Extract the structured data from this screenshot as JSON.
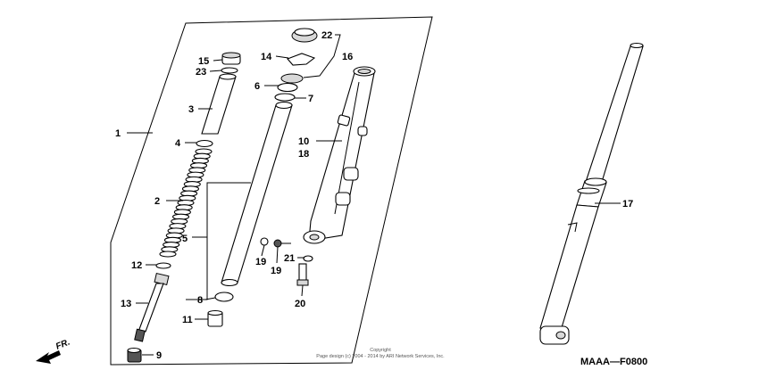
{
  "diagram": {
    "callouts": {
      "c1": "1",
      "c2": "2",
      "c3": "3",
      "c4": "4",
      "c5": "5",
      "c6": "6",
      "c7": "7",
      "c8": "8",
      "c9": "9",
      "c10": "10",
      "c11": "11",
      "c12": "12",
      "c13": "13",
      "c14": "14",
      "c15": "15",
      "c16": "16",
      "c17": "17",
      "c18": "18",
      "c19a": "19",
      "c19b": "19",
      "c20": "20",
      "c21": "21",
      "c22": "22",
      "c23": "23"
    },
    "copyright_title": "Copyright",
    "copyright_line": "Page design (c) 2004 - 2014 by ARI Network Services, Inc.",
    "front_indicator": "FR.",
    "diagram_code": "MAAA—F0800"
  }
}
